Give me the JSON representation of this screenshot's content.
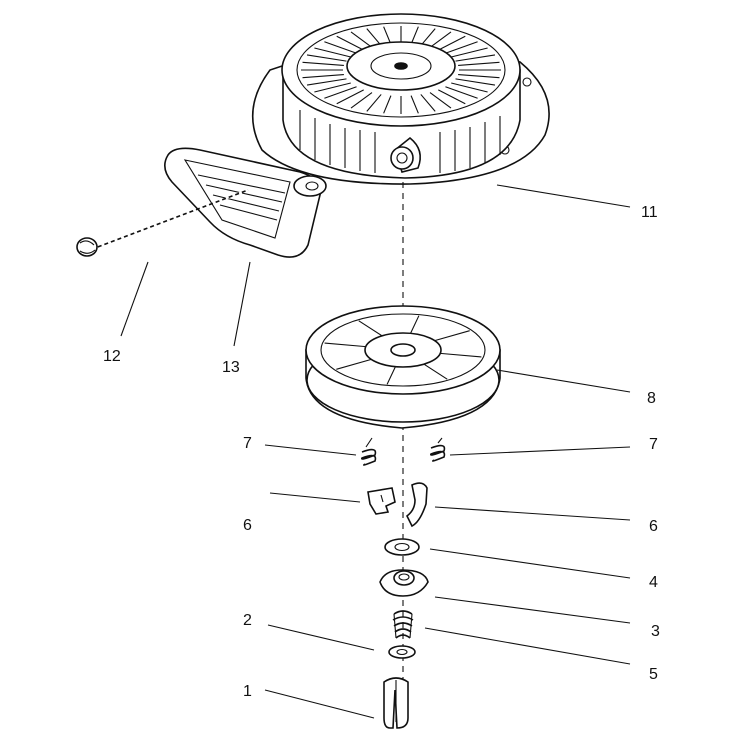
{
  "diagram": {
    "callouts": [
      {
        "id": "c11",
        "label": "11"
      },
      {
        "id": "c12",
        "label": "12"
      },
      {
        "id": "c13",
        "label": "13"
      },
      {
        "id": "c8",
        "label": "8"
      },
      {
        "id": "c7l",
        "label": "7"
      },
      {
        "id": "c7r",
        "label": "7"
      },
      {
        "id": "c6l",
        "label": "6"
      },
      {
        "id": "c6r",
        "label": "6"
      },
      {
        "id": "c4",
        "label": "4"
      },
      {
        "id": "c3",
        "label": "3"
      },
      {
        "id": "c2",
        "label": "2"
      },
      {
        "id": "c5",
        "label": "5"
      },
      {
        "id": "c1",
        "label": "1"
      }
    ]
  }
}
